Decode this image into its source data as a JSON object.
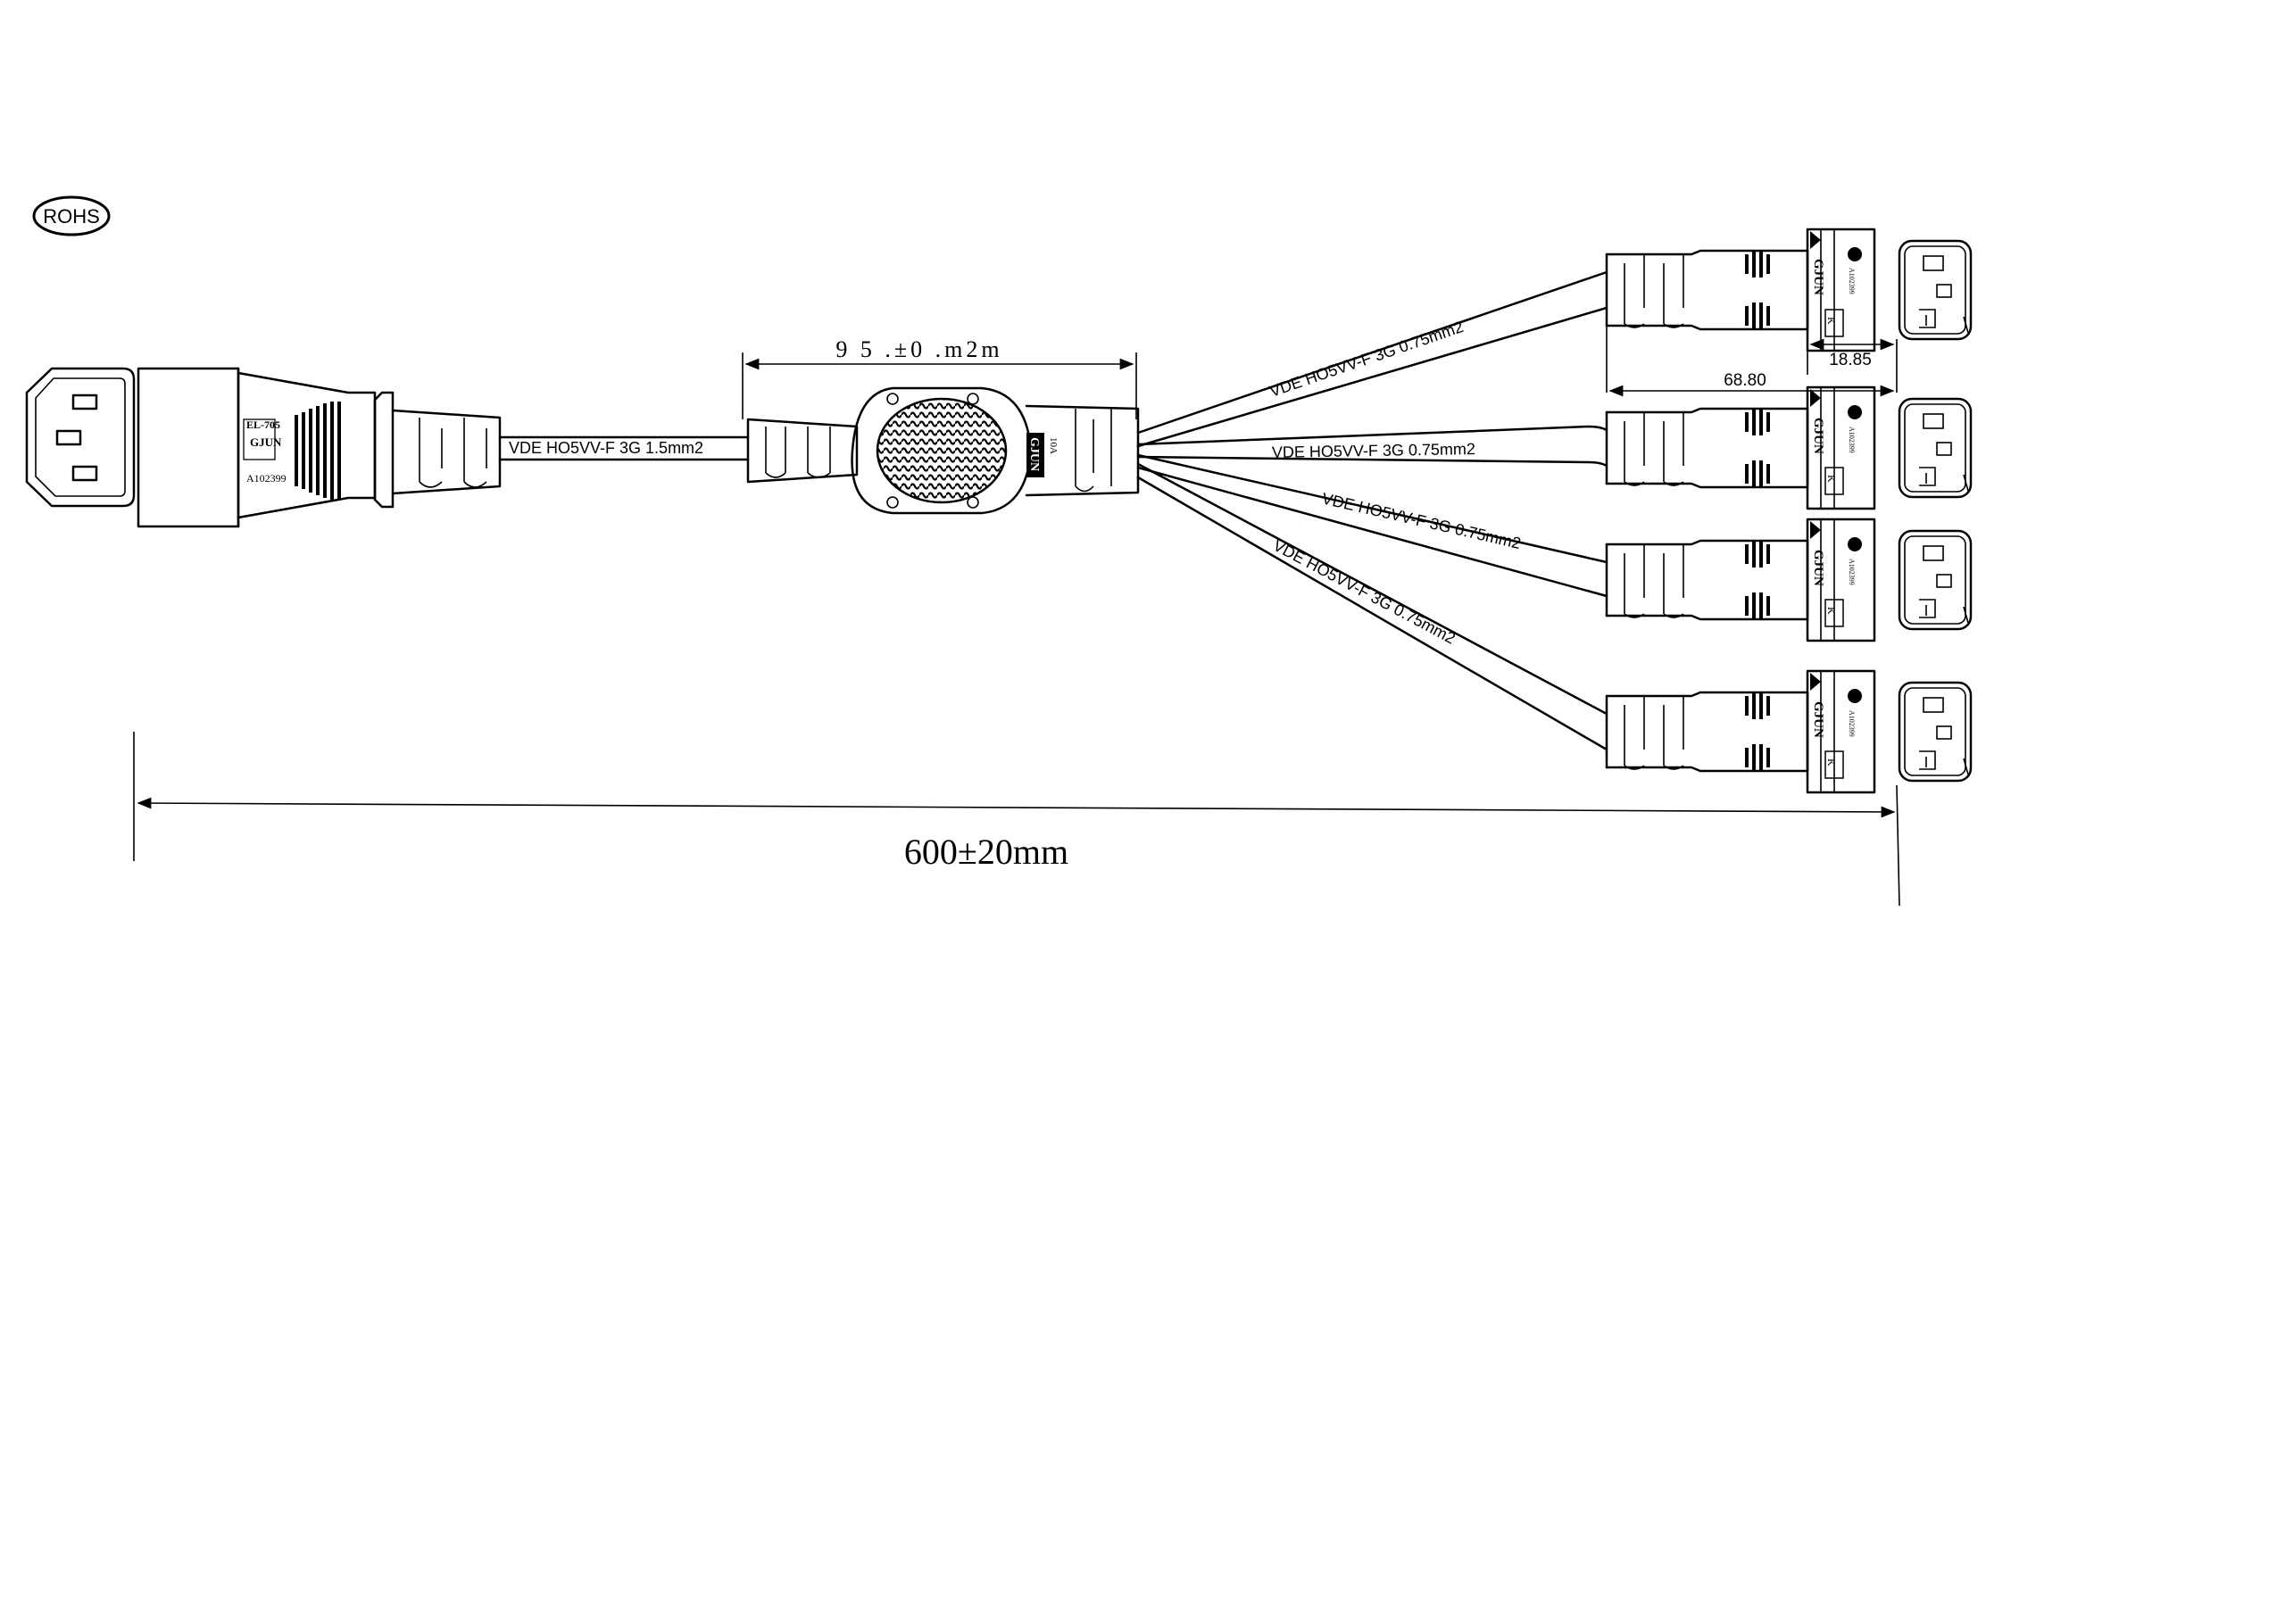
{
  "rohs": "ROHS",
  "main_connector": {
    "model": "EL-705",
    "brand": "GJUN",
    "cert": "A102399"
  },
  "main_cable_label": "VDE HO5VV-F 3G 1.5mm2",
  "splitter": {
    "dimension": "9 5 .±0 .m2m",
    "brand": "GJUN",
    "rating": "10A"
  },
  "branch_labels": [
    "VDE HO5VV-F 3G 0.75mm2",
    "VDE HO5VV-F 3G 0.75mm2",
    "VDE HO5VV-F 3G 0.75mm2",
    "VDE HO5VV-F 3G 0.75mm2"
  ],
  "branch_connector": {
    "brand": "GJUN",
    "cert": "A102399",
    "mark": "K"
  },
  "dim_plug_head": "18.85",
  "dim_plug_total": "68.80",
  "dim_total_length": "600±20mm"
}
